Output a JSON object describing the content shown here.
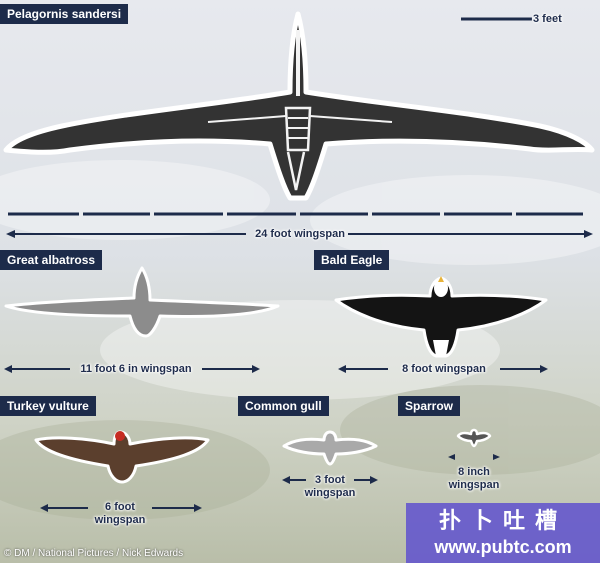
{
  "scale_label": "3 feet",
  "credit": "© DM / National Pictures / Nick Edwards",
  "watermark": {
    "chinese": "扑卜吐槽",
    "url": "www.pubtc.com"
  },
  "colors": {
    "header_bg": "#1d2b4a",
    "label_text": "#1f2c4c",
    "watermark_bg": "#6254cd"
  },
  "birds": [
    {
      "name": "Pelagornis sandersi",
      "wingspan": "24 foot wingspan"
    },
    {
      "name": "Great albatross",
      "wingspan": "11 foot 6 in wingspan"
    },
    {
      "name": "Bald Eagle",
      "wingspan": "8 foot wingspan"
    },
    {
      "name": "Turkey vulture",
      "wingspan_line1": "6 foot",
      "wingspan_line2": "wingspan"
    },
    {
      "name": "Common gull",
      "wingspan_line1": "3 foot",
      "wingspan_line2": "wingspan"
    },
    {
      "name": "Sparrow",
      "wingspan_line1": "8 inch",
      "wingspan_line2": "wingspan"
    }
  ]
}
